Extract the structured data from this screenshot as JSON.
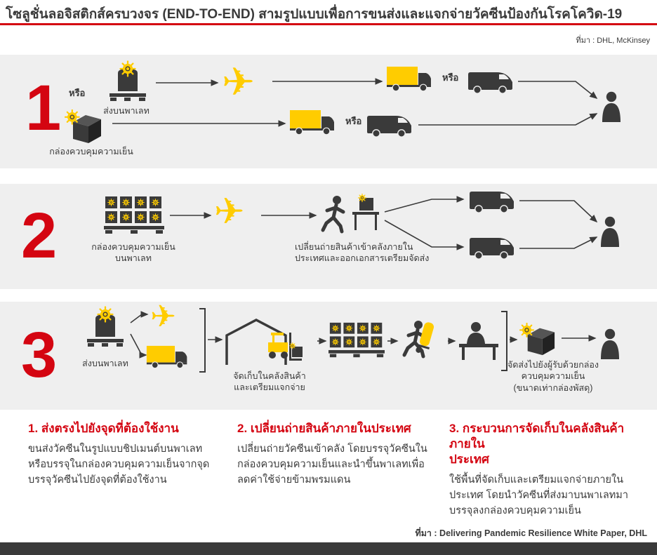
{
  "colors": {
    "red": "#d40511",
    "yellow": "#ffcc00",
    "dark": "#3a3a3a",
    "band": "#efefef"
  },
  "header": {
    "title": "โซลูชั่นลอจิสติกส์ครบวงจร (END-TO-END) สามรูปแบบเพื่อการขนส่งและแจกจ่ายวัคซีนป้องกันโรคโควิด-19",
    "source": "ที่มา : DHL, McKinsey"
  },
  "icons": {
    "plane_glyph": "✈"
  },
  "row1": {
    "number": "1",
    "or1": "หรือ",
    "or2": "หรือ",
    "or3": "หรือ",
    "pallet_label": "ส่งบนพาเลท",
    "coldbox_label": "กล่องควบคุมความเย็น"
  },
  "row2": {
    "number": "2",
    "pallet_label": "กล่องควบคุมความเย็น\nบนพาเลท",
    "transfer_label": "เปลี่ยนถ่ายสินค้าเข้าคลังภายใน\nประเทศและออกเอกสารเตรียมจัดส่ง"
  },
  "row3": {
    "number": "3",
    "pallet_label": "ส่งบนพาเลท",
    "warehouse_label": "จัดเก็บในคลังสินค้า\nและเตรียมแจกจ่าย",
    "delivery_label": "จัดส่งไปยังผู้รับด้วยกล่อง\nควบคุมความเย็น\n(ขนาดเท่ากล่องพัสดุ)"
  },
  "notes": [
    {
      "title": "1. ส่งตรงไปยังจุดที่ต้องใช้งาน",
      "body": "ขนส่งวัคซีนในรูปแบบชิปเมนต์บนพาเลท\nหรือบรรจุในกล่องควบคุมความเย็นจากจุด\nบรรจุวัคซีนไปยังจุดที่ต้องใช้งาน"
    },
    {
      "title": "2. เปลี่ยนถ่ายสินค้าภายในประเทศ",
      "body": "เปลี่ยนถ่ายวัคซีนเข้าคลัง โดยบรรจุวัคซีนใน\nกล่องควบคุมความเย็นและนำขึ้นพาเลทเพื่อ\nลดค่าใช้จ่ายข้ามพรมแดน"
    },
    {
      "title": "3. กระบวนการจัดเก็บในคลังสินค้าภายใน\nประเทศ",
      "body": "ใช้พื้นที่จัดเก็บและเตรียมแจกจ่ายภายใน\nประเทศ โดยนำวัคซีนที่ส่งมาบนพาเลทมา\nบรรจุลงกล่องควบคุมความเย็น"
    }
  ],
  "footer": {
    "source": "ที่มา : Delivering Pandemic Resilience White Paper, DHL"
  }
}
